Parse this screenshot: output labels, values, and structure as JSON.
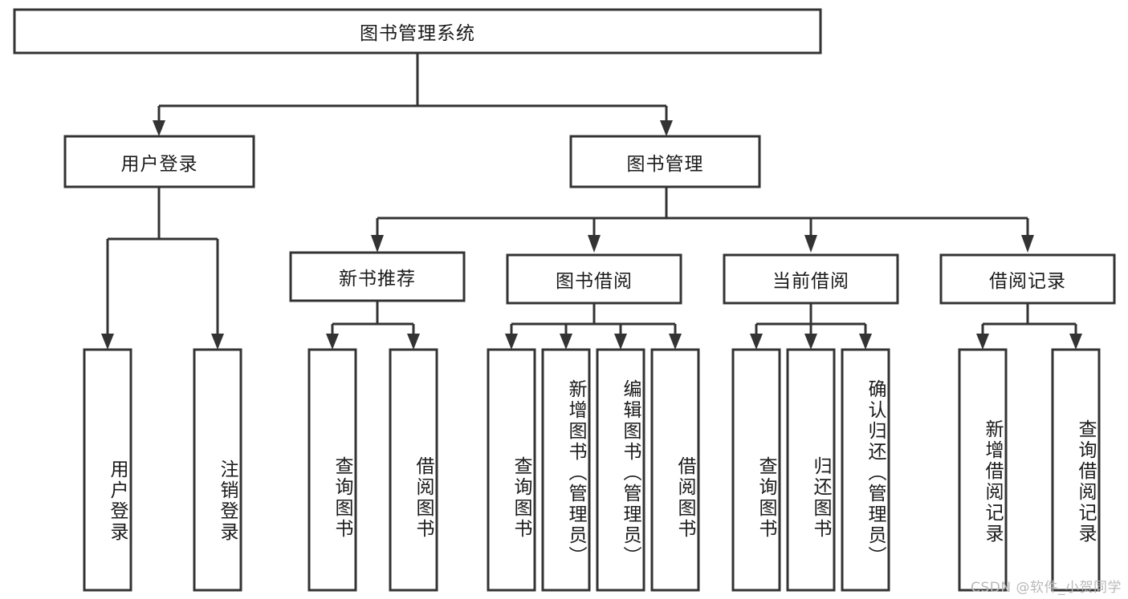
{
  "diagram": {
    "type": "tree-hierarchy",
    "title": "图书管理系统",
    "watermark": "CSDN @软件_小贺同学",
    "colors": {
      "stroke": "#333333",
      "fill": "#ffffff",
      "text": "#1a1a1a",
      "watermark": "#b9b9b9"
    },
    "nodes": {
      "root": {
        "label": "图书管理系统",
        "level": 1,
        "orientation": "horizontal"
      },
      "l2_user_login": {
        "label": "用户登录",
        "level": 2,
        "orientation": "horizontal"
      },
      "l2_book_mgmt": {
        "label": "图书管理",
        "level": 2,
        "orientation": "horizontal"
      },
      "l3_new_book_rec": {
        "label": "新书推荐",
        "level": 3,
        "orientation": "horizontal"
      },
      "l3_book_borrow": {
        "label": "图书借阅",
        "level": 3,
        "orientation": "horizontal"
      },
      "l3_current_borrow": {
        "label": "当前借阅",
        "level": 3,
        "orientation": "horizontal"
      },
      "l3_borrow_record": {
        "label": "借阅记录",
        "level": 3,
        "orientation": "horizontal"
      },
      "l4_user_login": {
        "label": "用户登录",
        "level": 4,
        "orientation": "vertical"
      },
      "l4_logout_login": {
        "label": "注销登录",
        "level": 4,
        "orientation": "vertical"
      },
      "l4_query_book_a": {
        "label": "查询图书",
        "level": 4,
        "orientation": "vertical"
      },
      "l4_borrow_book_a": {
        "label": "借阅图书",
        "level": 4,
        "orientation": "vertical"
      },
      "l4_query_book_b": {
        "label": "查询图书",
        "level": 4,
        "orientation": "vertical"
      },
      "l4_add_book": {
        "label": "新增图书（管理员）",
        "level": 4,
        "orientation": "vertical"
      },
      "l4_edit_book": {
        "label": "编辑图书（管理员）",
        "level": 4,
        "orientation": "vertical"
      },
      "l4_borrow_book_b": {
        "label": "借阅图书",
        "level": 4,
        "orientation": "vertical"
      },
      "l4_query_book_c": {
        "label": "查询图书",
        "level": 4,
        "orientation": "vertical"
      },
      "l4_return_book": {
        "label": "归还图书",
        "level": 4,
        "orientation": "vertical"
      },
      "l4_confirm_return": {
        "label": "确认归还（管理员）",
        "level": 4,
        "orientation": "vertical"
      },
      "l4_add_record": {
        "label": "新增借阅记录",
        "level": 4,
        "orientation": "vertical"
      },
      "l4_query_record": {
        "label": "查询借阅记录",
        "level": 4,
        "orientation": "vertical"
      }
    },
    "edges": [
      {
        "from": "root",
        "to": "l2_user_login"
      },
      {
        "from": "root",
        "to": "l2_book_mgmt"
      },
      {
        "from": "l2_user_login",
        "to": "l4_user_login"
      },
      {
        "from": "l2_user_login",
        "to": "l4_logout_login"
      },
      {
        "from": "l2_book_mgmt",
        "to": "l3_new_book_rec"
      },
      {
        "from": "l2_book_mgmt",
        "to": "l3_book_borrow"
      },
      {
        "from": "l2_book_mgmt",
        "to": "l3_current_borrow"
      },
      {
        "from": "l2_book_mgmt",
        "to": "l3_borrow_record"
      },
      {
        "from": "l3_new_book_rec",
        "to": "l4_query_book_a"
      },
      {
        "from": "l3_new_book_rec",
        "to": "l4_borrow_book_a"
      },
      {
        "from": "l3_book_borrow",
        "to": "l4_query_book_b"
      },
      {
        "from": "l3_book_borrow",
        "to": "l4_add_book"
      },
      {
        "from": "l3_book_borrow",
        "to": "l4_edit_book"
      },
      {
        "from": "l3_book_borrow",
        "to": "l4_borrow_book_b"
      },
      {
        "from": "l3_current_borrow",
        "to": "l4_query_book_c"
      },
      {
        "from": "l3_current_borrow",
        "to": "l4_return_book"
      },
      {
        "from": "l3_current_borrow",
        "to": "l4_confirm_return"
      },
      {
        "from": "l3_borrow_record",
        "to": "l4_add_record"
      },
      {
        "from": "l3_borrow_record",
        "to": "l4_query_record"
      }
    ]
  }
}
